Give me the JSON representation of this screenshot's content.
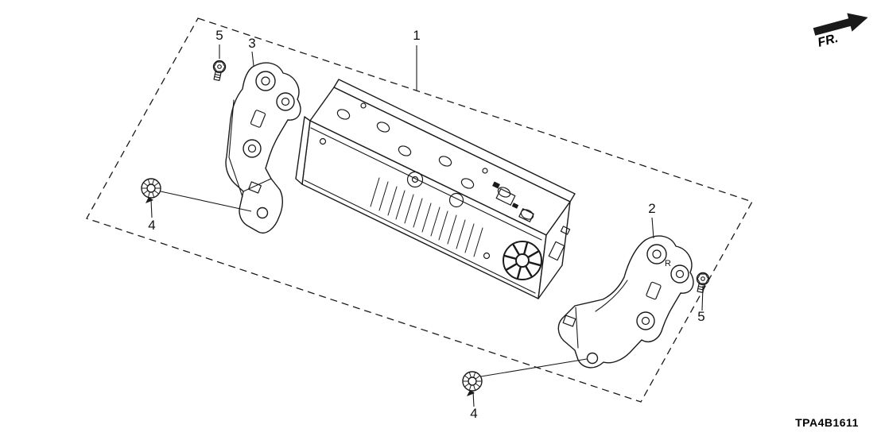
{
  "diagram": {
    "code": "TPA4B1611",
    "direction_indicator": "FR.",
    "bracket_stamp": "R",
    "colors": {
      "line": "#1a1a1a",
      "background": "#ffffff"
    },
    "callouts": {
      "unit": "1",
      "bracket_right": "2",
      "bracket_left": "3",
      "grommet_left": "4",
      "grommet_bottom": "4",
      "bolt_top_left": "5",
      "bolt_right": "5"
    }
  }
}
